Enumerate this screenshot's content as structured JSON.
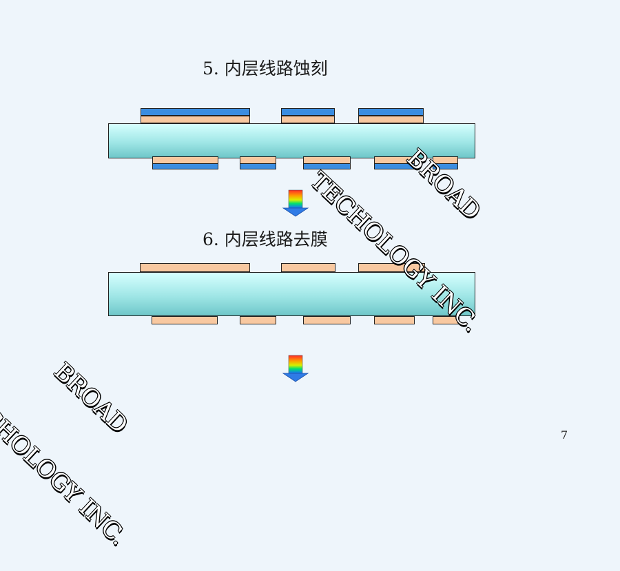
{
  "step5": {
    "title": "5. 内层线路蚀刻"
  },
  "step6": {
    "title": "6. 内层线路去膜"
  },
  "watermark": {
    "line1": "BROAD",
    "line2": "TECHOLOGY INC."
  },
  "page_number": "7",
  "colors": {
    "copper": "#f8c8a0",
    "resist": "#3b8de0",
    "core": "#9fe6e6",
    "background": "#eef5fb"
  },
  "icons": {
    "arrow": "down-arrow-rainbow-icon"
  }
}
